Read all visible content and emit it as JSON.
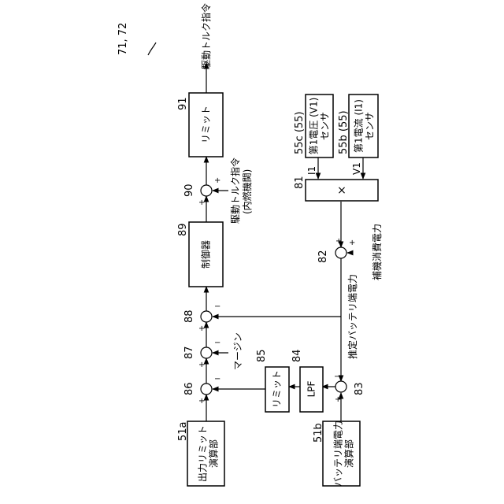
{
  "figure_number": "71, 72",
  "blocks": {
    "b51a": {
      "ref": "51a",
      "line1": "出力リミット",
      "line2": "演算部"
    },
    "b51b": {
      "ref": "51b",
      "line1": "バッテリ端電力",
      "line2": "演算部"
    },
    "b55c": {
      "ref": "55c (55)",
      "line1": "第1電圧 (V1)",
      "line2": "センサ"
    },
    "b55b": {
      "ref": "55b (55)",
      "line1": "第1電流 (I1)",
      "line2": "センサ"
    },
    "b81": {
      "ref": "81",
      "symbol": "×"
    },
    "b84": {
      "ref": "84",
      "text": "LPF"
    },
    "b85": {
      "ref": "85",
      "text": "リミット"
    },
    "b89": {
      "ref": "89",
      "text": "制御器"
    },
    "b91": {
      "ref": "91",
      "text": "リミット"
    }
  },
  "summing_points": {
    "s82": {
      "ref": "82",
      "sign_top": "+",
      "sign_right": "+"
    },
    "s83": {
      "ref": "83",
      "sign_bottom": "+",
      "sign_top": "−"
    },
    "s86": {
      "ref": "86",
      "sign_bottom": "+",
      "sign_right": "−"
    },
    "s87": {
      "ref": "87",
      "sign_bottom": "+",
      "sign_right": "−"
    },
    "s88": {
      "ref": "88",
      "sign_bottom": "+",
      "sign_right": "−"
    },
    "s90": {
      "ref": "90",
      "sign_bottom": "+",
      "sign_right": "+"
    }
  },
  "signals": {
    "i1": "I1",
    "v1": "V1",
    "aux_power": "補機消費電力",
    "estimated_power": "推定バッテリ端電力",
    "margin": "マージン",
    "engine_torque": "駆動トルク指令",
    "engine_torque_sub": "(内燃機関)",
    "output": "駆動トルク指令"
  }
}
